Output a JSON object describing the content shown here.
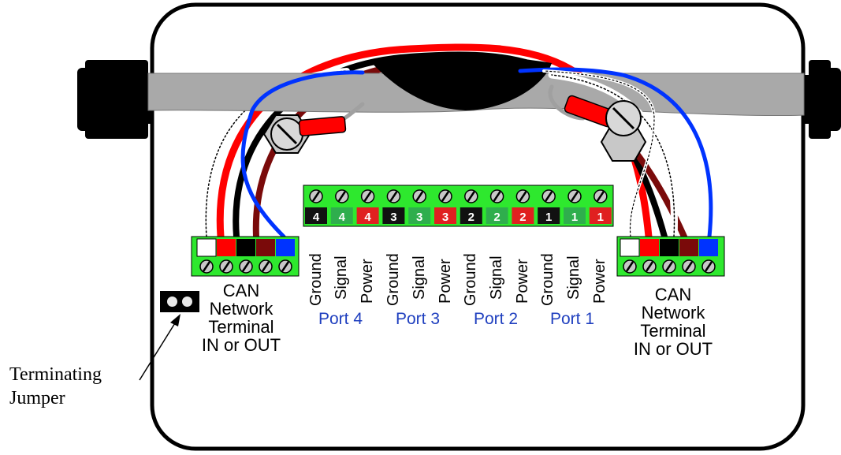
{
  "can_label_lines": [
    "CAN",
    "Network",
    "Terminal",
    "IN or OUT"
  ],
  "right_can_label_lines": [
    "CAN",
    "Network",
    "Terminal",
    "IN or OUT"
  ],
  "port_labels": [
    "Port 4",
    "Port 3",
    "Port 2",
    "Port 1"
  ],
  "terminal_function_labels": [
    "Ground",
    "Signal",
    "Power",
    "Ground",
    "Signal",
    "Power",
    "Ground",
    "Signal",
    "Power",
    "Ground",
    "Signal",
    "Power"
  ],
  "terminal_numbers": [
    "4",
    "4",
    "4",
    "3",
    "3",
    "3",
    "2",
    "2",
    "2",
    "1",
    "1",
    "1"
  ],
  "annotation": {
    "line1": "Terminating",
    "line2": "Jumper"
  },
  "colors": {
    "terminal_green": "#2ee82e",
    "ground_box": "#111111",
    "signal_box": "#2fae4d",
    "power_box": "#e02020",
    "wire_red": "#ff0000",
    "wire_black": "#000000",
    "wire_brown": "#7a0a0a",
    "wire_blue": "#0033ff",
    "cable_gray": "#a9a9a9",
    "port_label_blue": "#1f3fbf"
  },
  "icons": [
    "screw-terminal-icon",
    "cable-nut-icon",
    "crimp-connector-icon",
    "arrow-icon"
  ]
}
